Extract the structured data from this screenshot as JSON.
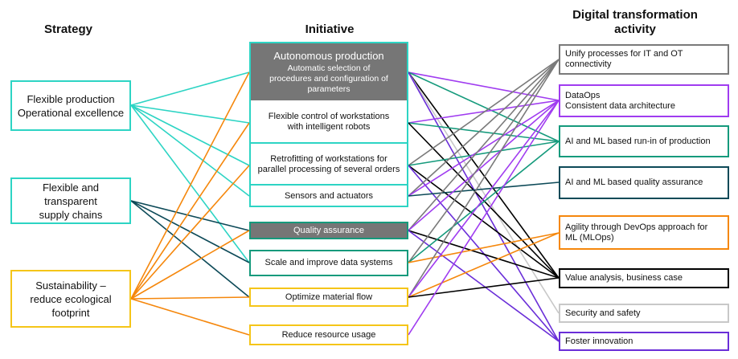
{
  "headers": {
    "strategy": "Strategy",
    "initiative": "Initiative",
    "activity_line1": "Digital transformation",
    "activity_line2": "activity"
  },
  "strategies": [
    {
      "line1": "Flexible production",
      "line2": "Operational excellence",
      "line3": "",
      "color": "#2dd4c4"
    },
    {
      "line1": "Flexible and",
      "line2": "transparent",
      "line3": "supply chains",
      "color": "#2dd4c4"
    },
    {
      "line1": "Sustainability –",
      "line2": "reduce ecological",
      "line3": "footprint",
      "color": "#f5c518"
    }
  ],
  "initiatives": {
    "autonomous_title": "Autonomous production",
    "autonomous_sub1": "Automatic selection of",
    "autonomous_sub2": "procedures and configuration of",
    "autonomous_sub3": "parameters",
    "flexible_control1": "Flexible control of workstations",
    "flexible_control2": "with intelligent robots",
    "retrofit1": "Retrofitting of workstations for",
    "retrofit2": "parallel processing of several orders",
    "sensors": "Sensors and actuators",
    "quality": "Quality assurance",
    "scale": "Scale and improve data systems",
    "material": "Optimize material flow",
    "resource": "Reduce resource usage"
  },
  "activities": [
    {
      "line1": "Unify processes for IT and OT",
      "line2": "connectivity",
      "color": "#7a7a7a"
    },
    {
      "line1": "DataOps",
      "line2": "Consistent data architecture",
      "color": "#a03cf0"
    },
    {
      "line1": "AI and ML based run-in of production",
      "line2": "",
      "color": "#159a7c"
    },
    {
      "line1": "AI and ML based quality assurance",
      "line2": "",
      "color": "#0d4a58"
    },
    {
      "line1": "Agility through DevOps  approach for",
      "line2": "ML (MLOps)",
      "color": "#f5870c"
    },
    {
      "line1": "Value analysis, business case",
      "line2": "",
      "color": "#000000"
    },
    {
      "line1": "Security and safety",
      "line2": "",
      "color": "#c8c8c8"
    },
    {
      "line1": "Foster innovation",
      "line2": "",
      "color": "#6a2ed8"
    }
  ],
  "colors": {
    "teal": "#2dd4c4",
    "yellow": "#f5c518",
    "orange": "#f5870c",
    "dark_teal": "#0d4a58",
    "green": "#159a7c",
    "purple": "#a03cf0",
    "violet": "#6a2ed8",
    "gray": "#7a7a7a",
    "light_gray": "#c8c8c8",
    "black": "#000000",
    "initiative_fill": "#767676"
  }
}
